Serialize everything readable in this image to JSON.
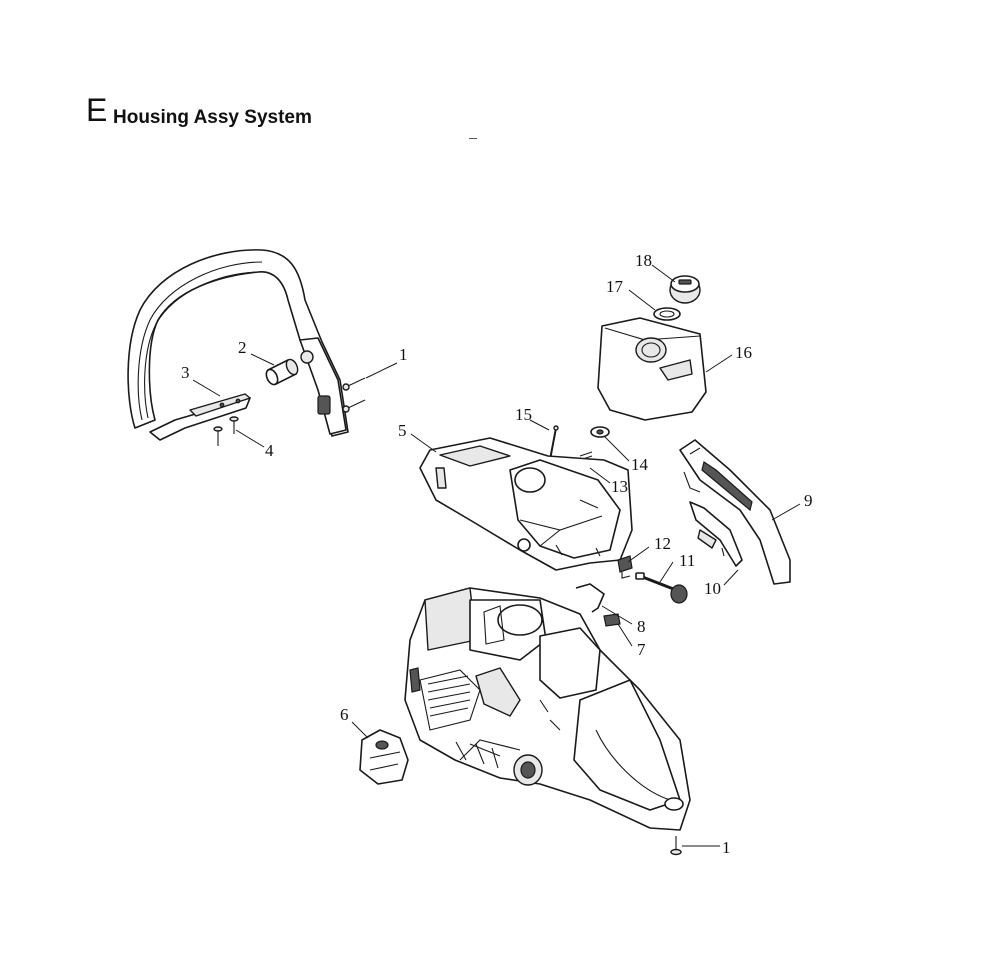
{
  "header": {
    "section_letter": "E",
    "title": "Housing Assy System"
  },
  "callouts": [
    "1",
    "2",
    "3",
    "4",
    "5",
    "6",
    "7",
    "8",
    "9",
    "10",
    "11",
    "12",
    "13",
    "14",
    "15",
    "16",
    "17",
    "18",
    "1"
  ]
}
